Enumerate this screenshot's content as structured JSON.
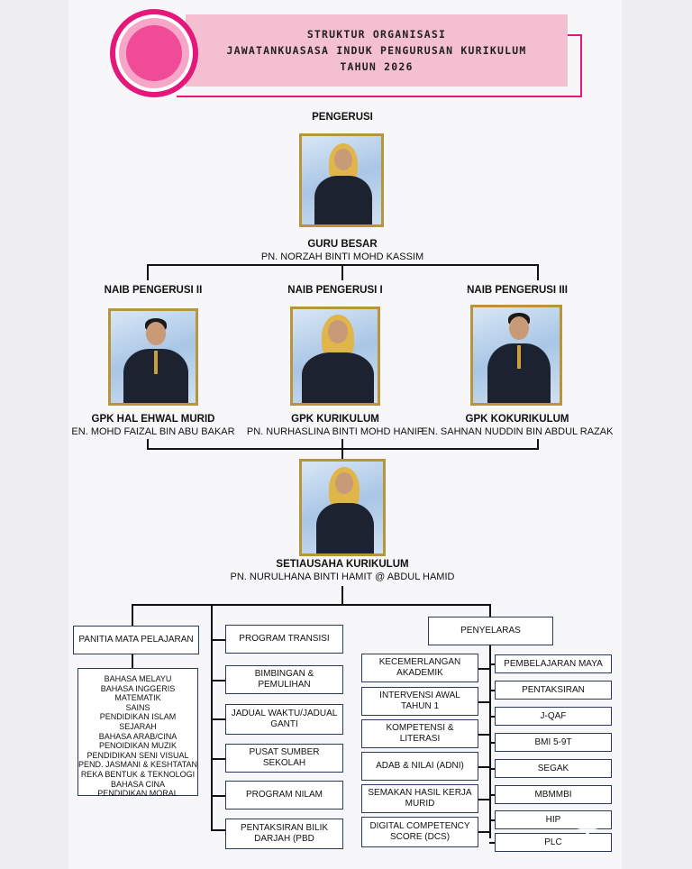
{
  "header": {
    "line1": "STRUKTUR ORGANISASI",
    "line2": "JAWATANKUASASA INDUK PENGURUSAN KURIKULUM",
    "line3": "TAHUN 2026"
  },
  "colors": {
    "accent": "#e3187a",
    "header_band": "#f4bfd0",
    "photo_frame": "#b8943a"
  },
  "chairman": {
    "label": "PENGERUSI",
    "role": "GURU BESAR",
    "name": "PN. NORZAH BINTI MOHD KASSIM"
  },
  "vice_chairs": [
    {
      "label": "NAIB PENGERUSI II",
      "role": "GPK HAL EHWAL MURID",
      "name": "EN. MOHD FAIZAL BIN ABU BAKAR"
    },
    {
      "label": "NAIB PENGERUSI I",
      "role": "GPK KURIKULUM",
      "name": "PN. NURHASLINA BINTI MOHD HANIP"
    },
    {
      "label": "NAIB PENGERUSI III",
      "role": "GPK KOKURIKULUM",
      "name": "EN. SAHNAN NUDDIN BIN ABDUL RAZAK"
    }
  ],
  "secretary": {
    "role": "SETIAUSAHA KURIKULUM",
    "name": "PN. NURULHANA BINTI HAMIT @ ABDUL HAMID"
  },
  "panitia": {
    "title": "PANITIA MATA PELAJARAN",
    "subjects": [
      "BAHASA MELAYU",
      "BAHASA INGGERIS",
      "MATEMATIK",
      "SAINS",
      "PENDIDIKAN ISLAM",
      "SEJARAH",
      "BAHASA ARAB/CINA",
      "PENOIDIKAN MUZIK",
      "PENDIDIKAN SENI VISUAL",
      "PEND. JASMANI & KESHTATAN",
      "REKA BENTUK & TEKNOLOGI",
      "BAHASA CINA",
      "PENDIDIKAN MORAL"
    ]
  },
  "programs": [
    "PROGRAM TRANSISI",
    "BIMBINGAN & PEMULIHAN",
    "JADUAL WAKTU/JADUAL GANTI",
    "PUSAT SUMBER SEKOLAH",
    "PROGRAM NILAM",
    "PENTAKSIRAN BILIK DARJAH (PBD"
  ],
  "penyelaras": {
    "title": "PENYELARAS",
    "left": [
      "KECEMERLANGAN AKADEMIK",
      "INTERVENSI AWAL TAHUN 1",
      "KOMPETENSI & LITERASI",
      "ADAB & NILAI (ADNI)",
      "SEMAKAN HASIL KERJA MURID",
      "DIGITAL COMPETENCY SCORE (DCS)"
    ],
    "right": [
      "PEMBELAJARAN MAYA",
      "PENTAKSIRAN",
      "J-QAF",
      "BMI 5-9T",
      "SEGAK",
      "MBMMBI",
      "HIP",
      "PLC"
    ]
  }
}
